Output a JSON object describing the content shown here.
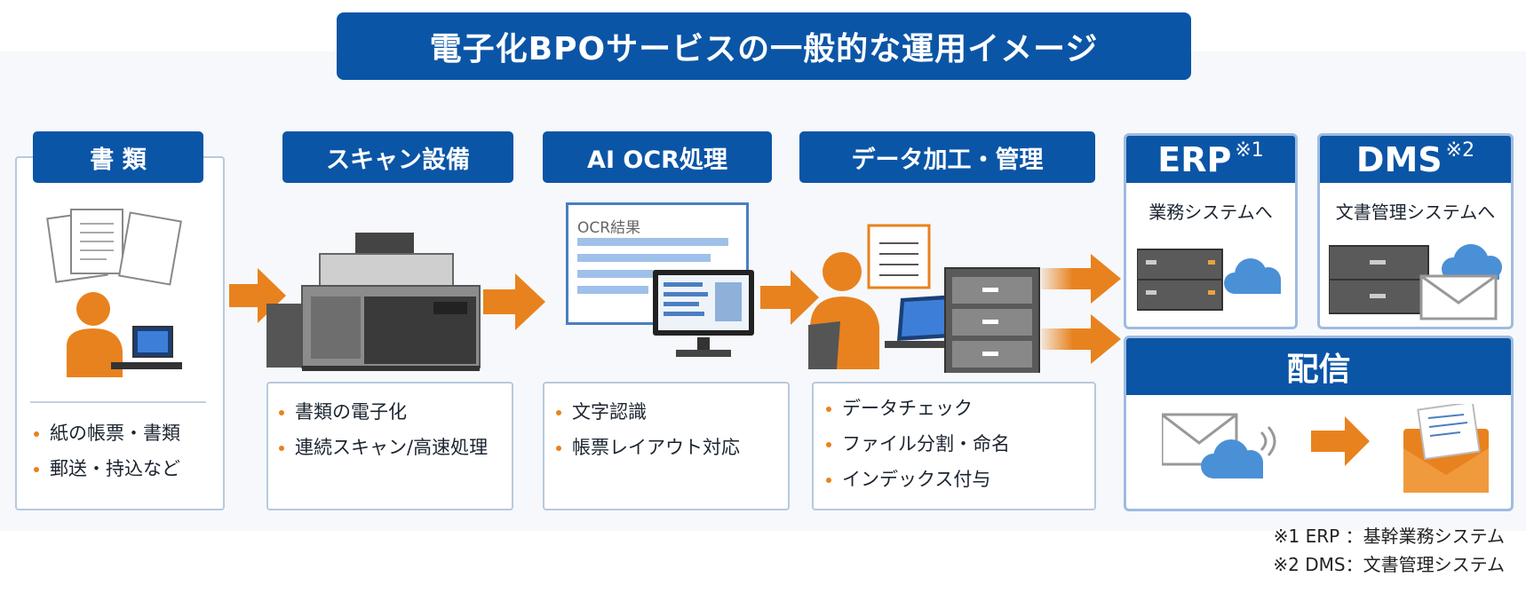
{
  "title": "電子化BPOサービスの一般的な運用イメージ",
  "stages": [
    {
      "label": "書 類",
      "bullets": [
        "紙の帳票・書類",
        "郵送・持込など"
      ]
    },
    {
      "label": "スキャン設備",
      "bullets": [
        "書類の電子化",
        "連続スキャン/高速処理"
      ]
    },
    {
      "label": "AI OCR処理",
      "screen_label": "OCR結果",
      "bullets": [
        "文字認識",
        "帳票レイアウト対応"
      ]
    },
    {
      "label": "データ加工・管理",
      "bullets": [
        "データチェック",
        "ファイル分割・命名",
        "インデックス付与"
      ]
    }
  ],
  "destinations": [
    {
      "label": "ERP",
      "mark": "※1",
      "sub": "業務システムへ"
    },
    {
      "label": "DMS",
      "mark": "※2",
      "sub": "文書管理システムへ"
    }
  ],
  "delivery": {
    "label": "配信"
  },
  "notes": [
    "※1 ERP ：基幹業務システム",
    "※2 DMS：文書管理システム"
  ],
  "colors": {
    "brand": "#0b55a6",
    "accent": "#e8821e",
    "cloud": "#4a90d6"
  }
}
